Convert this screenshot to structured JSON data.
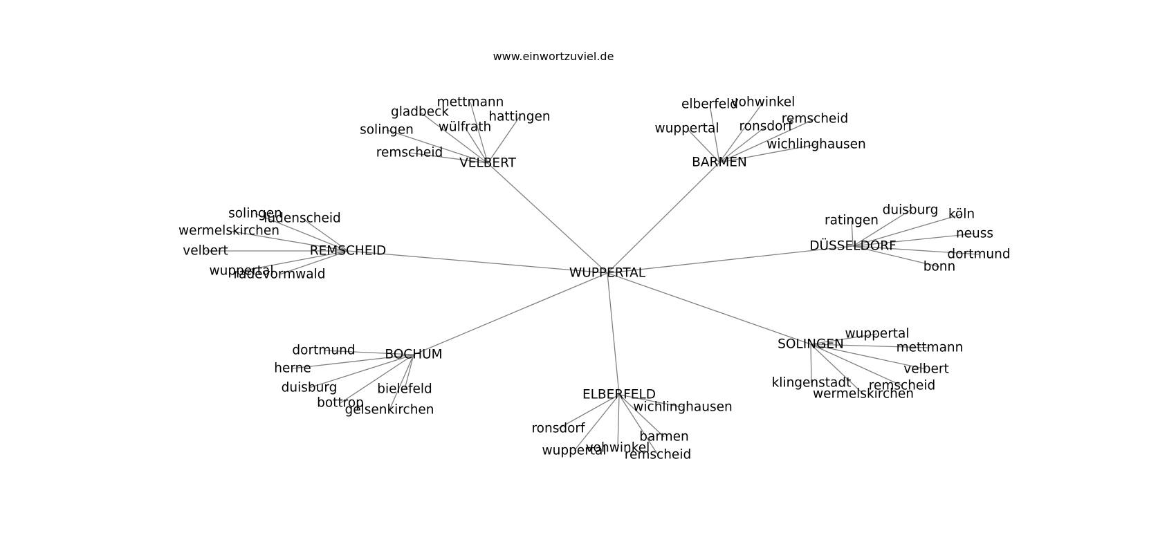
{
  "site_title": "www.einwortzuviel.de",
  "graph": {
    "center": "WUPPERTAL",
    "hubs": [
      {
        "name": "VELBERT",
        "leaves": [
          "mettmann",
          "gladbeck",
          "hattingen",
          "wülfrath",
          "solingen",
          "remscheid"
        ]
      },
      {
        "name": "BARMEN",
        "leaves": [
          "elberfeld",
          "vohwinkel",
          "remscheid",
          "ronsdorf",
          "wuppertal",
          "wichlinghausen"
        ]
      },
      {
        "name": "REMSCHEID",
        "leaves": [
          "solingen",
          "lüdenscheid",
          "wermelskirchen",
          "velbert",
          "wuppertal",
          "radevormwald"
        ]
      },
      {
        "name": "DÜSSELDORF",
        "leaves": [
          "duisburg",
          "köln",
          "ratingen",
          "neuss",
          "dortmund",
          "bonn"
        ]
      },
      {
        "name": "BOCHUM",
        "leaves": [
          "dortmund",
          "herne",
          "duisburg",
          "bielefeld",
          "bottrop",
          "gelsenkirchen"
        ]
      },
      {
        "name": "SOLINGEN",
        "leaves": [
          "wuppertal",
          "mettmann",
          "velbert",
          "klingenstadt",
          "remscheid",
          "wermelskirchen"
        ]
      },
      {
        "name": "ELBERFELD",
        "leaves": [
          "wichlinghausen",
          "ronsdorf",
          "barmen",
          "wuppertal",
          "vohwinkel",
          "remscheid"
        ]
      }
    ]
  }
}
